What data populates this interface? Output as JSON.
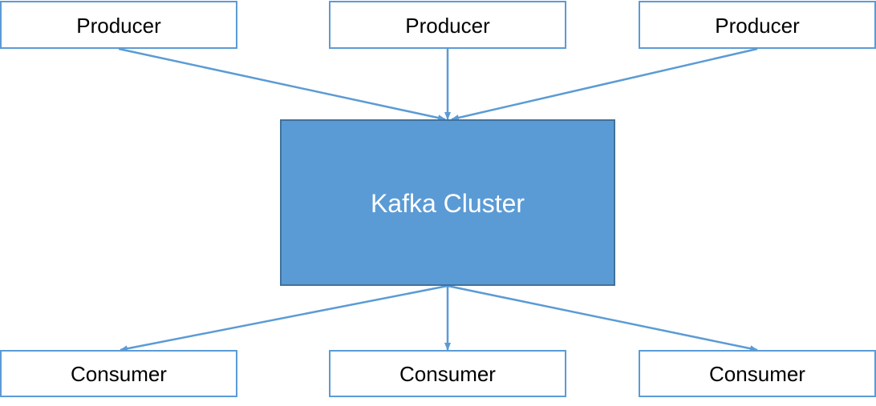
{
  "diagram": {
    "producers": [
      {
        "label": "Producer"
      },
      {
        "label": "Producer"
      },
      {
        "label": "Producer"
      }
    ],
    "cluster": {
      "label": "Kafka Cluster"
    },
    "consumers": [
      {
        "label": "Consumer"
      },
      {
        "label": "Consumer"
      },
      {
        "label": "Consumer"
      }
    ],
    "colors": {
      "accent": "#5b9bd5",
      "cluster_fill": "#5b9bd5",
      "cluster_border": "#41719c",
      "box_fill": "#ffffff"
    }
  }
}
